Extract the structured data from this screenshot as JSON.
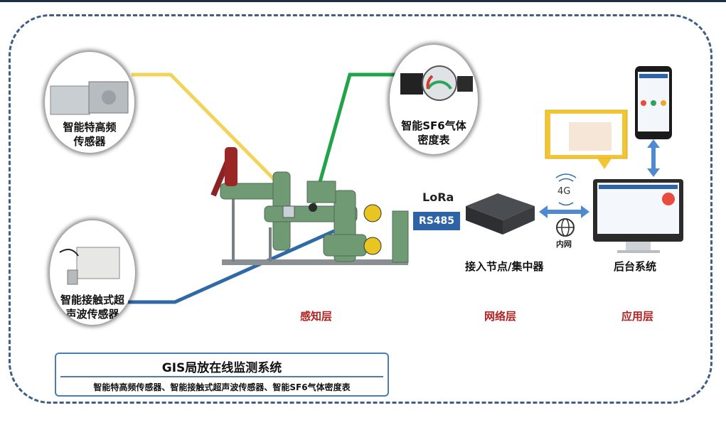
{
  "diagram": {
    "title": "GIS局放在线监测系统",
    "subtitle": "智能特高频传感器、智能接触式超声波传感器、智能SF6气体密度表",
    "sensors": {
      "uhf_line1": "智能特高频",
      "uhf_line2": "传感器",
      "ultra_line1": "智能接触式超",
      "ultra_line2": "声波传感器",
      "sf6_line1": "智能SF6气体",
      "sf6_line2": "密度表"
    },
    "layers": {
      "perception": "感知层",
      "network": "网络层",
      "application": "应用层"
    },
    "nodes": {
      "concentrator": "接入节点/集中器",
      "backend": "后台系统"
    },
    "links": {
      "lora": "LoRa",
      "rs485": "RS485",
      "cellular": "4G",
      "intranet": "内网"
    },
    "colors": {
      "uhf_line": "#f2d45c",
      "sf6_line": "#22a34a",
      "ultra_line": "#2f6aa6",
      "frame": "#3f5f86",
      "accent": "#2e64a6",
      "layer_text": "#b22222",
      "gis_body": "#6f9a74"
    },
    "icons": [
      "uhf-sensor-photo",
      "ultrasonic-sensor-photo",
      "sf6-gauge-photo",
      "gis-switchgear",
      "concentrator-box",
      "monitor-icon",
      "phone-icon",
      "screen-callout",
      "globe-icon",
      "signal-icon",
      "arrow-icon"
    ]
  }
}
